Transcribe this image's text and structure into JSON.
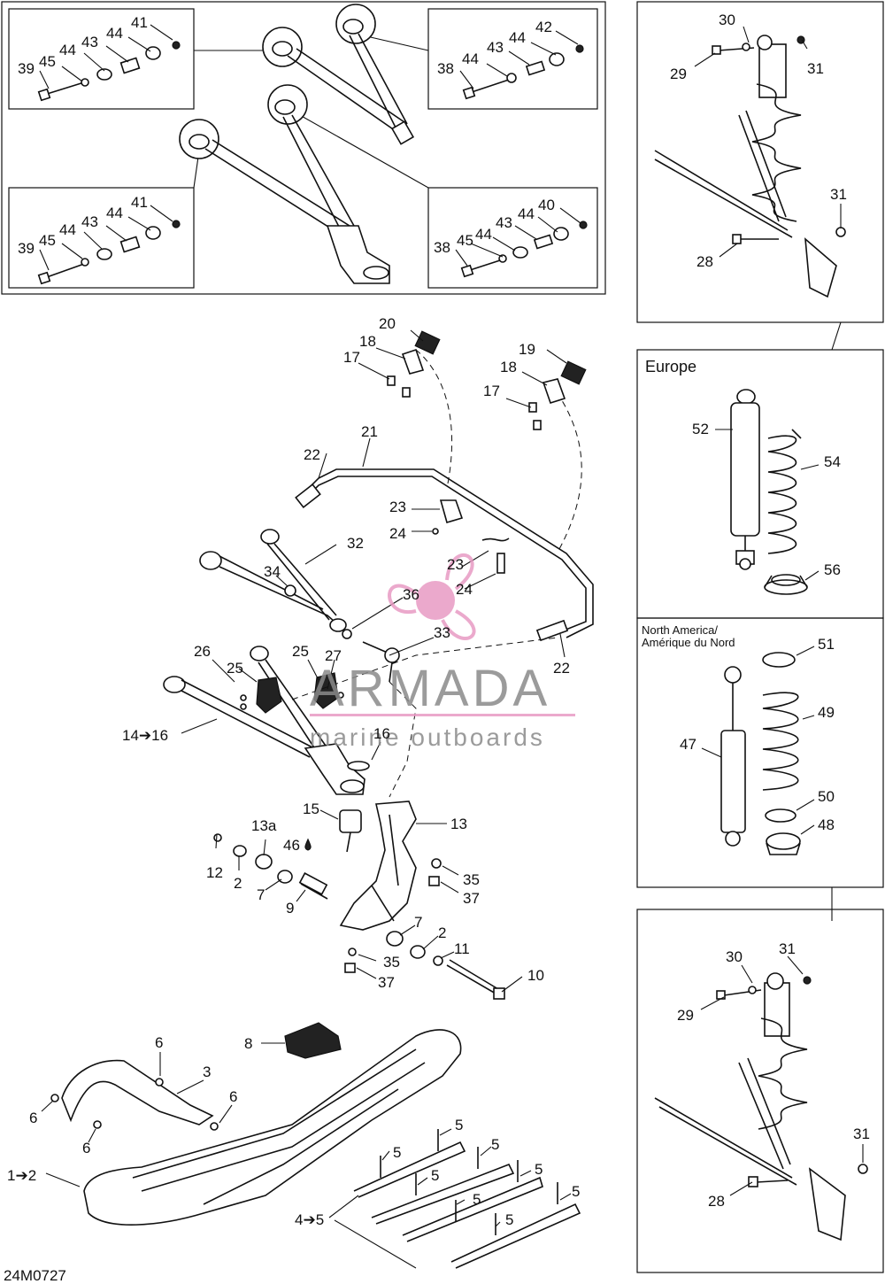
{
  "diagram_id": "24M0727",
  "panels": {
    "europe": {
      "title": "Europe"
    },
    "north_america": {
      "title_line1": "North America/",
      "title_line2": "Amérique du Nord"
    }
  },
  "watermark": {
    "brand": "ARMADA",
    "tagline": "marine outboards"
  },
  "callouts": {
    "c1": "41",
    "c2": "44",
    "c3": "43",
    "c4": "44",
    "c5": "45",
    "c6": "39",
    "c7": "42",
    "c8": "44",
    "c9": "43",
    "c10": "44",
    "c11": "38",
    "c12": "41",
    "c13": "44",
    "c14": "43",
    "c15": "44",
    "c16": "45",
    "c17": "39",
    "c18": "40",
    "c19": "44",
    "c20": "43",
    "c21": "44",
    "c22": "45",
    "c23": "38",
    "c24": "30",
    "c25": "29",
    "c26": "31",
    "c27": "31",
    "c28": "28",
    "c29": "20",
    "c30": "18",
    "c31": "17",
    "c32": "19",
    "c33": "18",
    "c34": "17",
    "c35": "21",
    "c36": "22",
    "c37": "23",
    "c38": "24",
    "c39": "32",
    "c40": "34",
    "c41": "23",
    "c42": "24",
    "c43": "36",
    "c44": "33",
    "c45": "22",
    "c46": "26",
    "c47": "25",
    "c48": "25",
    "c49": "27",
    "c50": "14➔16",
    "c51": "16",
    "c52": "15",
    "c53": "13",
    "c54": "13a",
    "c55": "46",
    "c56": "12",
    "c57": "2",
    "c58": "7",
    "c59": "9",
    "c60": "35",
    "c61": "37",
    "c62": "7",
    "c63": "2",
    "c64": "11",
    "c65": "35",
    "c66": "37",
    "c67": "10",
    "c68": "8",
    "c69": "6",
    "c70": "3",
    "c71": "6",
    "c72": "6",
    "c73": "6",
    "c74": "1➔2",
    "c75": "5",
    "c76": "5",
    "c77": "5",
    "c78": "5",
    "c79": "5",
    "c80": "5",
    "c81": "5",
    "c82": "5",
    "c83": "4➔5",
    "c84": "52",
    "c85": "54",
    "c86": "56",
    "c87": "51",
    "c88": "49",
    "c89": "47",
    "c90": "50",
    "c91": "48",
    "c92": "30",
    "c93": "31",
    "c94": "29",
    "c95": "31",
    "c96": "28"
  }
}
